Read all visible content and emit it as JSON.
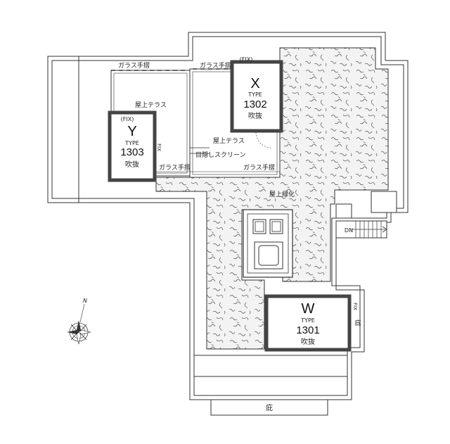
{
  "units": [
    {
      "letter": "X",
      "type": "TYPE",
      "number": "1302",
      "note": "吹抜",
      "fix": "(FIX)"
    },
    {
      "letter": "Y",
      "type": "TYPE",
      "number": "1303",
      "note": "吹抜",
      "fix": "(FIX)"
    },
    {
      "letter": "W",
      "type": "TYPE",
      "number": "1301",
      "note": "吹抜"
    }
  ],
  "labels": {
    "glass_railing": "ガラス手摺",
    "rooftop_terrace": "屋上テラス",
    "blind_screen": "目隠しスクリーン",
    "rooftop_greening": "屋上緑化",
    "fix_vertical": "FIX",
    "eaves": "庇",
    "down": "DN"
  },
  "compass": {
    "north": "N"
  }
}
